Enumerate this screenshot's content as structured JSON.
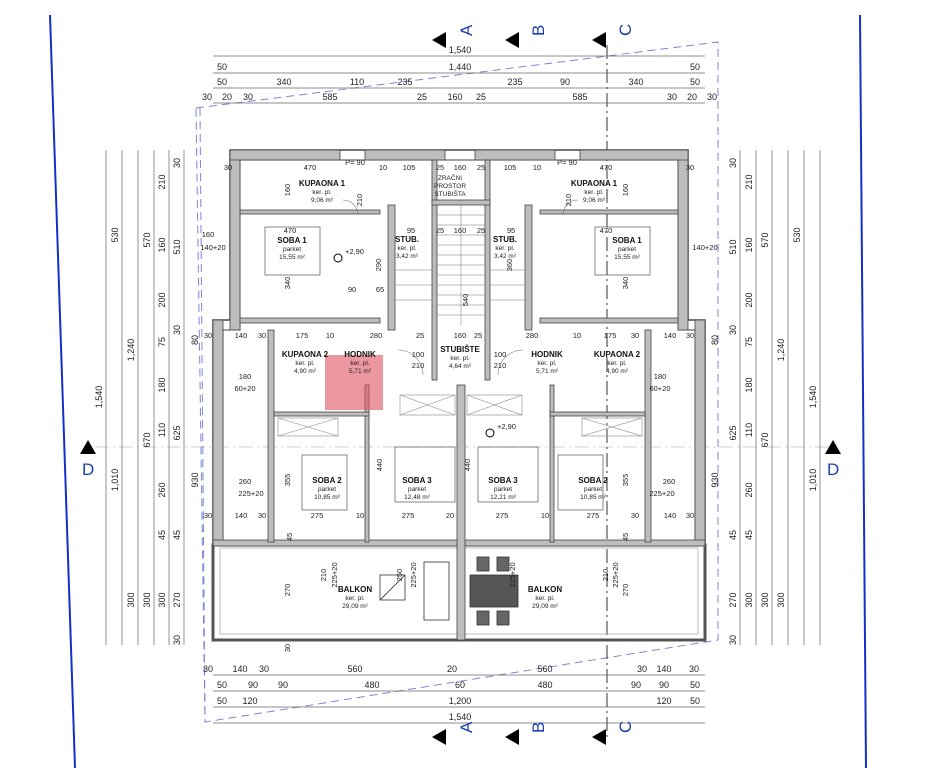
{
  "colors": {
    "section_blue": "#1a3fb0",
    "wall": "#bdbdbd",
    "boundary_blue": "#1530c8",
    "watermark": "#e0505f"
  },
  "section_markers": {
    "a": "A",
    "b": "B",
    "c": "C",
    "d": "D"
  },
  "dimensions": {
    "top": [
      [
        "1,540"
      ],
      [
        "50",
        "1,440",
        "50"
      ],
      [
        "50",
        "340",
        "110",
        "235",
        "235",
        "90",
        "340",
        "50"
      ],
      [
        "30",
        "20",
        "30",
        "585",
        "25",
        "160",
        "25",
        "585",
        "30",
        "20",
        "30"
      ]
    ],
    "bottom": [
      [
        "30",
        "140",
        "30",
        "560",
        "20",
        "560",
        "30",
        "140",
        "30"
      ],
      [
        "50",
        "90",
        "90",
        "480",
        "60",
        "480",
        "90",
        "90",
        "50"
      ],
      [
        "50",
        "120",
        "1,200",
        "120",
        "50"
      ],
      [
        "1,540"
      ]
    ],
    "left": [
      [
        "1,540"
      ],
      [
        "530",
        "1,010"
      ],
      [
        "1,240",
        "300"
      ],
      [
        "570",
        "670",
        "300"
      ],
      [
        "210",
        "160",
        "200",
        "75",
        "180",
        "110",
        "260",
        "45",
        "300"
      ],
      [
        "30",
        "510",
        "30",
        "625",
        "45",
        "270",
        "30"
      ],
      [
        "80",
        "930"
      ]
    ],
    "right": [
      [
        "1,540",
        "1,010"
      ],
      [
        "530"
      ],
      [
        "1,240",
        "300"
      ],
      [
        "570",
        "670",
        "300"
      ],
      [
        "210",
        "160",
        "200",
        "75",
        "180",
        "110",
        "260",
        "45",
        "300"
      ],
      [
        "30",
        "510",
        "30",
        "625",
        "45",
        "270",
        "30"
      ],
      [
        "80",
        "930"
      ]
    ],
    "interior": [
      "30",
      "470",
      "P= 90",
      "10",
      "105",
      "25",
      "160",
      "25",
      "105",
      "10",
      "P= 90",
      "470",
      "30",
      "160",
      "160",
      "210",
      "210",
      "470",
      "95",
      "25",
      "160",
      "25",
      "95",
      "470",
      "340",
      "340",
      "290",
      "360",
      "540",
      "90",
      "65",
      "160",
      "140+20",
      "140+20",
      "30",
      "140",
      "30",
      "175",
      "10",
      "280",
      "25",
      "160",
      "25",
      "280",
      "10",
      "175",
      "30",
      "140",
      "30",
      "180",
      "60+20",
      "180",
      "60+20",
      "100",
      "210",
      "100",
      "210",
      "440",
      "440",
      "355",
      "355",
      "260",
      "225+20",
      "260",
      "225+20",
      "30",
      "140",
      "30",
      "275",
      "10",
      "275",
      "20",
      "275",
      "10",
      "275",
      "30",
      "140",
      "30",
      "45",
      "45",
      "210",
      "225+20",
      "250",
      "225+20",
      "225+20",
      "210",
      "225+20",
      "270",
      "270",
      "30"
    ]
  },
  "levels": [
    "+2,90",
    "+2,90"
  ],
  "rooms": [
    {
      "name": "KUPAONA 1",
      "floor": "ker. pl.",
      "area": "9,06 m²"
    },
    {
      "name": "KUPAONA 1",
      "floor": "ker. pl.",
      "area": "9,06 m²"
    },
    {
      "name": "SOBA 1",
      "floor": "parket",
      "area": "15,55 m²"
    },
    {
      "name": "SOBA 1",
      "floor": "parket",
      "area": "15,55 m²"
    },
    {
      "name": "STUB.",
      "floor": "ker. pl.",
      "area": "3,42 m²"
    },
    {
      "name": "STUB.",
      "floor": "ker. pl.",
      "area": "3,42 m²"
    },
    {
      "name": "ZRAČNI",
      "floor": "PROSTOR",
      "area": "STUBIŠTA"
    },
    {
      "name": "KUPAONA 2",
      "floor": "ker. pl.",
      "area": "4,90 m²"
    },
    {
      "name": "HODNIK",
      "floor": "ker. pl.",
      "area": "5,71 m²"
    },
    {
      "name": "STUBIŠTE",
      "floor": "ker. pl.",
      "area": "4,64 m²"
    },
    {
      "name": "HODNIK",
      "floor": "ker. pl.",
      "area": "5,71 m²"
    },
    {
      "name": "KUPAONA 2",
      "floor": "ker. pl.",
      "area": "4,90 m²"
    },
    {
      "name": "SOBA 2",
      "floor": "parket",
      "area": "10,85 m²"
    },
    {
      "name": "SOBA 3",
      "floor": "parket",
      "area": "12,48 m²"
    },
    {
      "name": "SOBA 3",
      "floor": "parket",
      "area": "12,21 m²"
    },
    {
      "name": "SOBA 2",
      "floor": "parket",
      "area": "10,85 m²"
    },
    {
      "name": "BALKON",
      "floor": "ker. pl.",
      "area": "29,09 m²"
    },
    {
      "name": "BALKON",
      "floor": "ker. pl.",
      "area": "29,09 m²"
    }
  ]
}
